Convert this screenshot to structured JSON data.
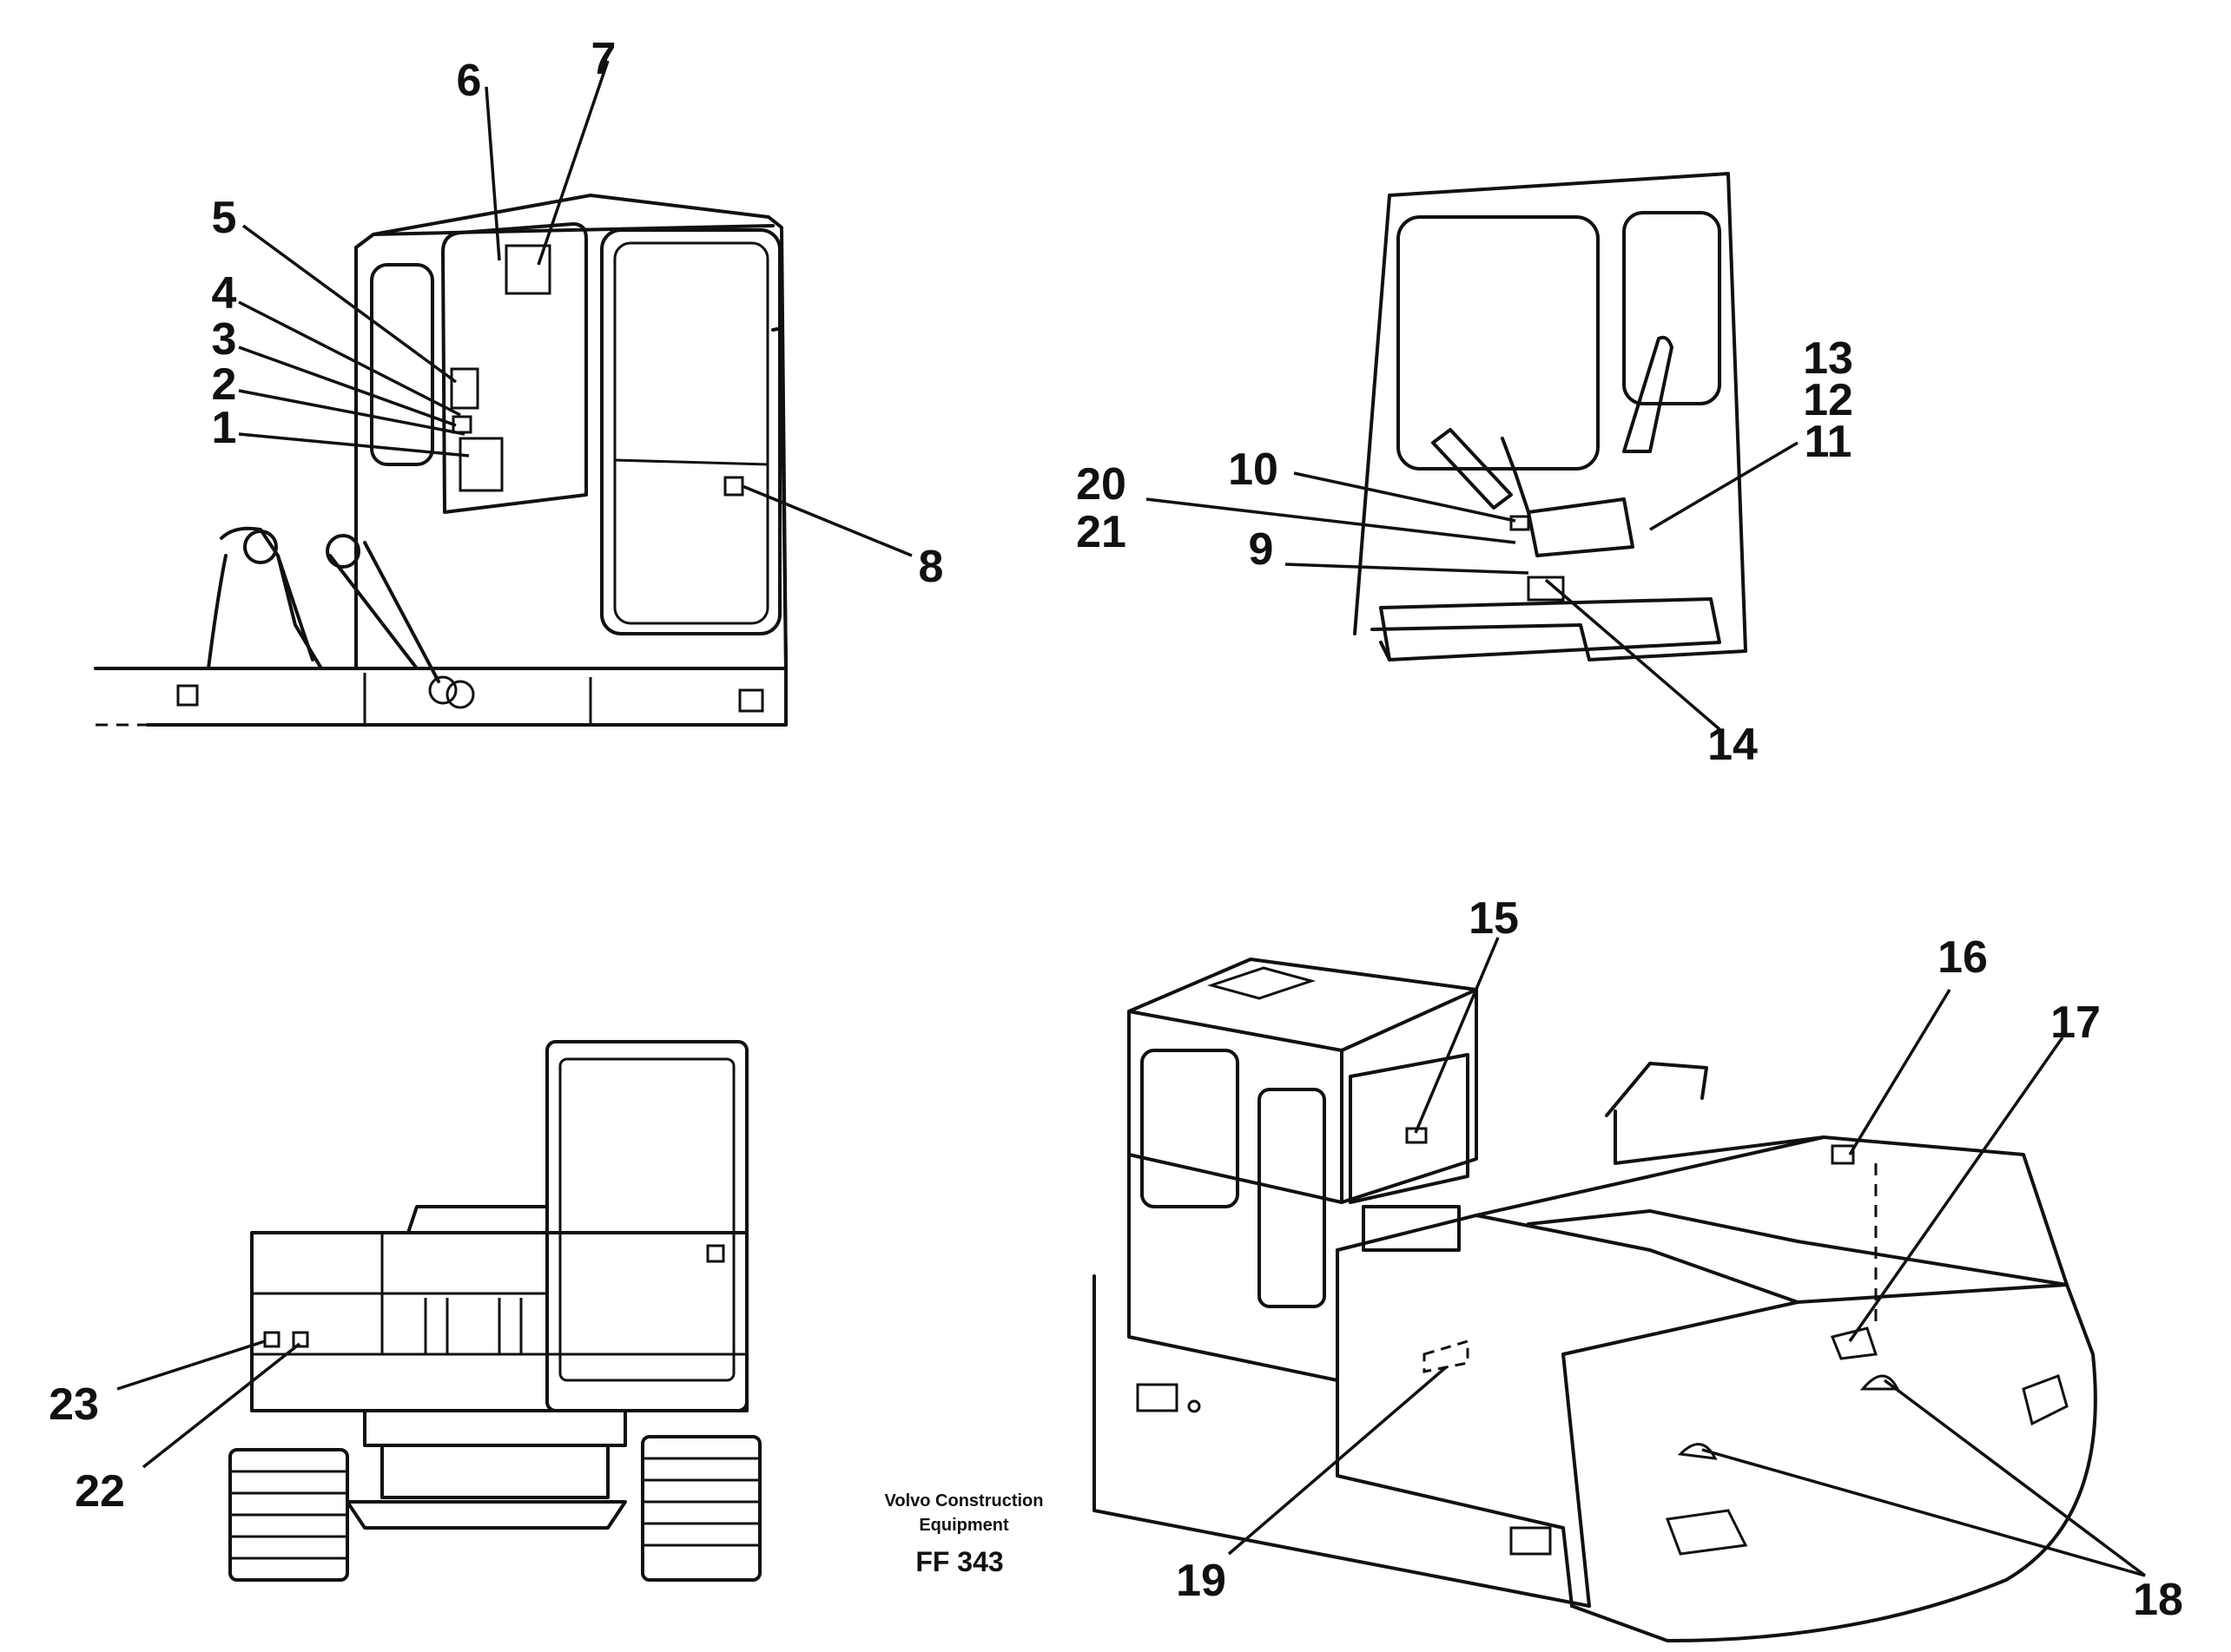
{
  "callouts": {
    "n1": "1",
    "n2": "2",
    "n3": "3",
    "n4": "4",
    "n5": "5",
    "n6": "6",
    "n7": "7",
    "n8": "8",
    "n9": "9",
    "n10": "10",
    "n11": "11",
    "n12": "12",
    "n13": "13",
    "n14": "14",
    "n15": "15",
    "n16": "16",
    "n17": "17",
    "n18": "18",
    "n19": "19",
    "n20": "20",
    "n21": "21",
    "n22": "22",
    "n23": "23"
  },
  "credit": {
    "line1": "Volvo Construction",
    "line2": "Equipment",
    "code": "FF 343"
  }
}
